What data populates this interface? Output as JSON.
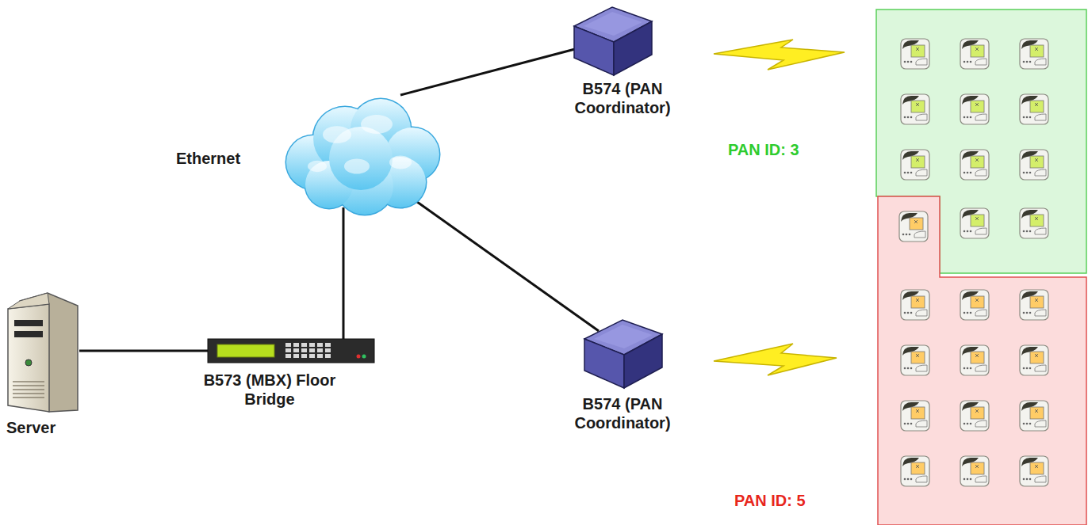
{
  "diagram": {
    "nodes": [
      {
        "text": [
          "Ethernet"
        ]
      },
      {
        "text": [
          "B574 (PAN Coordinator)"
        ]
      },
      {
        "text": [
          "PAN ID: 3"
        ]
      },
      {
        "text": [
          "Server"
        ]
      },
      {
        "text": [
          "B573 (MBX) Floor Bridge"
        ]
      },
      {
        "text": [
          "B574 (PAN Coordinator)"
        ]
      },
      {
        "text": [
          "PAN ID: 5"
        ]
      }
    ],
    "edges": [
      {
        "from": 3,
        "to": 4,
        "arrow": "none"
      },
      {
        "from": 4,
        "to": 0,
        "arrow": "none"
      },
      {
        "from": 0,
        "to": 1,
        "arrow": "none"
      },
      {
        "from": 0,
        "to": 5,
        "arrow": "none"
      }
    ]
  }
}
